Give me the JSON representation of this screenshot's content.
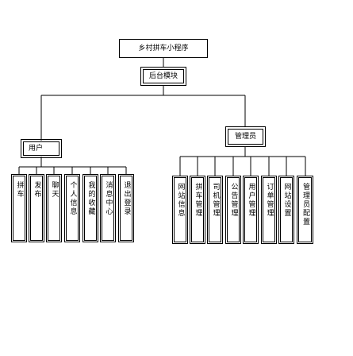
{
  "root": {
    "label": "乡村拼车小程序"
  },
  "backend": {
    "label": "后台模块"
  },
  "user_group": {
    "label": "用户",
    "items": [
      "拼车",
      "发布",
      "聊天",
      "个人信息",
      "我的收藏",
      "消息中心",
      "退出登录"
    ]
  },
  "admin_group": {
    "label": "管理员",
    "items": [
      "网站信息",
      "拼车管理",
      "司机管理",
      "公告管理",
      "用户管理",
      "订单管理",
      "网站设置",
      "管理员配置"
    ]
  }
}
